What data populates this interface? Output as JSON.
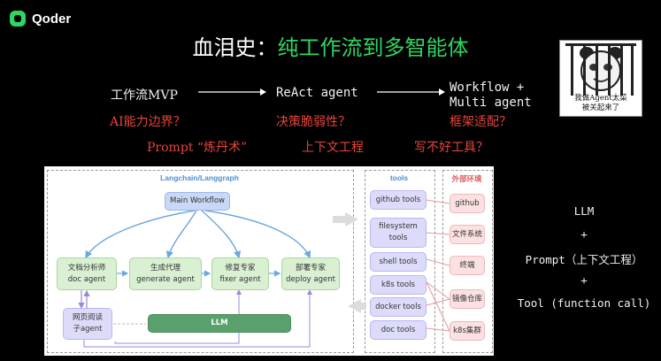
{
  "brand": {
    "name": "Qoder"
  },
  "title": {
    "prefix": "血泪史：",
    "highlight": "纯工作流到多智能体"
  },
  "stages": [
    {
      "label": "工作流MVP",
      "issue": "AI能力边界？"
    },
    {
      "label": "ReAct agent",
      "issue": "决策脆弱性？"
    },
    {
      "label_line1": "Workflow +",
      "label_line2": "Multi agent",
      "issue": "框架适配？"
    }
  ],
  "challenges": [
    "Prompt “炼丹术”",
    "上下文工程",
    "写不好工具？"
  ],
  "meme": {
    "caption_line1": "我做Agent太菜",
    "caption_line2": "被关起来了"
  },
  "diagram": {
    "framework_title": "Langchain/Langgraph",
    "main_workflow": "Main Workflow",
    "agents": [
      {
        "line1": "文档分析师",
        "line2": "doc agent"
      },
      {
        "line1": "生成代理",
        "line2": "generate agent"
      },
      {
        "line1": "修复专家",
        "line2": "fixer agent"
      },
      {
        "line1": "部署专家",
        "line2": "deploy agent"
      }
    ],
    "web_agent": {
      "line1": "网页阅读",
      "line2": "子agent"
    },
    "llm": "LLM",
    "tools_title": "tools",
    "tools": [
      "github tools",
      "filesystem tools",
      "shell tools",
      "k8s tools",
      "docker tools",
      "doc tools"
    ],
    "external_title": "外部环境",
    "external": [
      "github",
      "文件系统",
      "终端",
      "镜像仓库",
      "k8s集群"
    ]
  },
  "formula": {
    "llm": "LLM",
    "plus1": "+",
    "prompt": "Prompt（上下文工程）",
    "plus2": "+",
    "tool": "Tool  (function call)"
  },
  "colors": {
    "accent_green": "#2fd65f",
    "issue_red": "#e8443a"
  }
}
